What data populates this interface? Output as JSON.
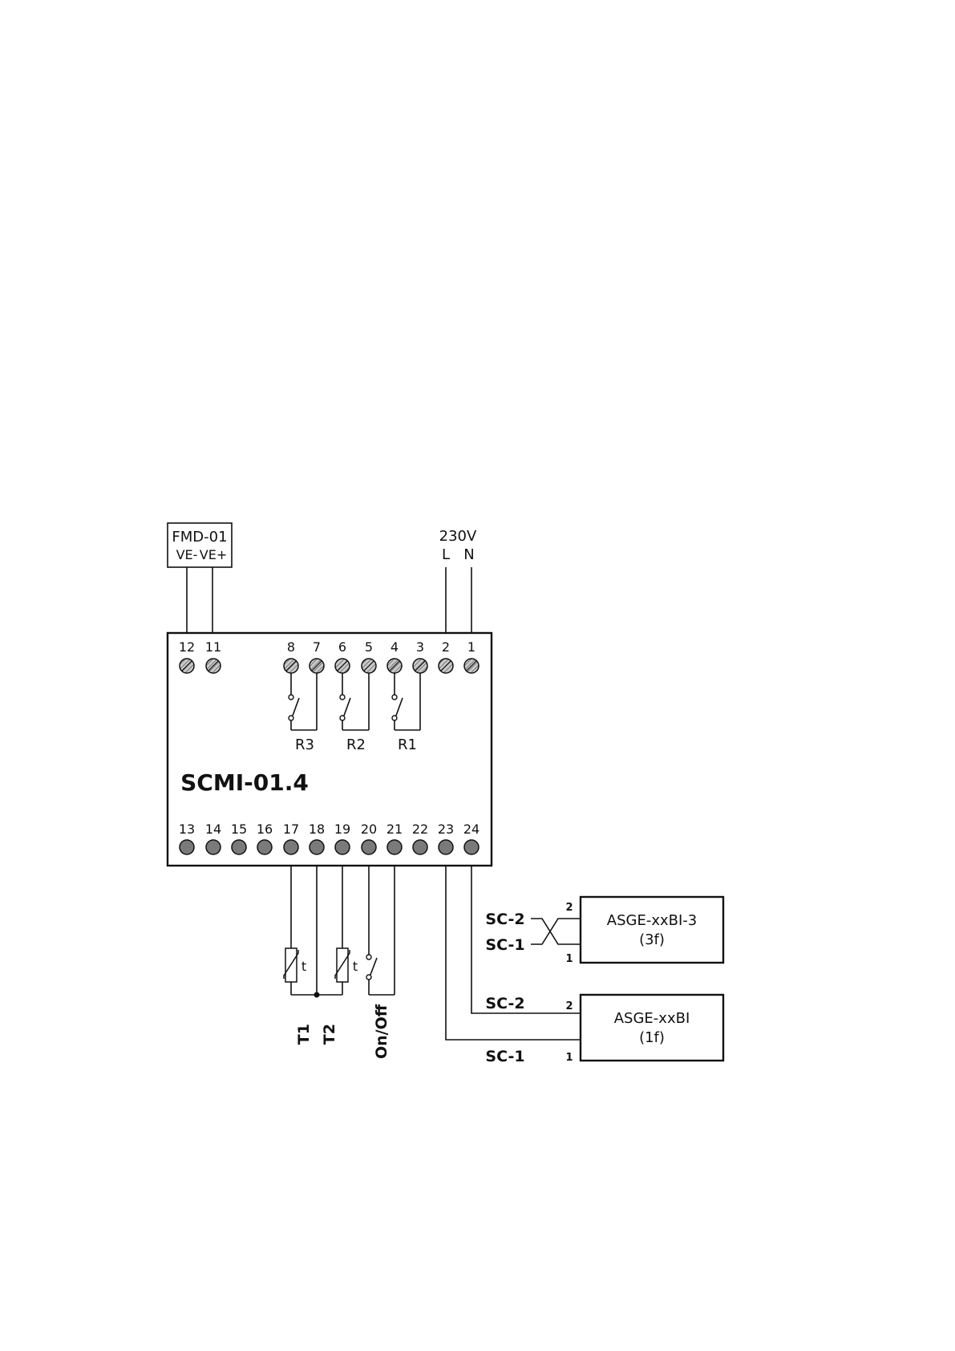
{
  "devices": {
    "fmd": {
      "title": "FMD-01",
      "ve_minus": "VE-",
      "ve_plus": "VE+"
    },
    "supply": {
      "voltage": "230V",
      "l": "L",
      "n": "N"
    },
    "controller": {
      "name": "SCMI-01.4"
    },
    "asge3": {
      "line1": "ASGE-xxBI-3",
      "line2": "(3f)",
      "pin_top": "2",
      "pin_bottom": "1"
    },
    "asge1": {
      "line1": "ASGE-xxBI",
      "line2": "(1f)",
      "pin_top": "2",
      "pin_bottom": "1"
    }
  },
  "terminals": {
    "top": [
      "12",
      "11",
      "8",
      "7",
      "6",
      "5",
      "4",
      "3",
      "2",
      "1"
    ],
    "bottom": [
      "13",
      "14",
      "15",
      "16",
      "17",
      "18",
      "19",
      "20",
      "21",
      "22",
      "23",
      "24"
    ]
  },
  "relays": [
    "R3",
    "R2",
    "R1"
  ],
  "inputs": {
    "t1": "T1",
    "t2": "T2",
    "onoff": "On/Off",
    "thermistor_symbol": "t"
  },
  "signals": {
    "sc2_a": "SC-2",
    "sc1_a": "SC-1",
    "sc2_b": "SC-2",
    "sc1_b": "SC-1"
  }
}
